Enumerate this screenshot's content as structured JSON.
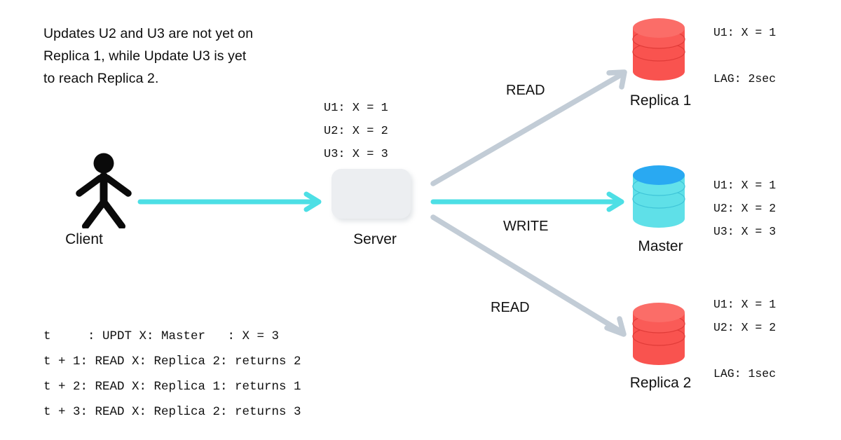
{
  "diagram": {
    "title_note": [
      "Updates U2 and U3 are not yet on",
      "Replica 1, while Update U3 is yet",
      "to reach Replica 2."
    ],
    "note_text": "Updates U2 and U3 are not yet on Replica 1, while Update U3 is yet to reach Replica 2."
  },
  "client": {
    "caption": "Client",
    "icon": "stick-figure-person-icon"
  },
  "server": {
    "caption": "Server",
    "updates": [
      "U1: X = 1",
      "U2: X = 2",
      "U3: X = 3"
    ],
    "updates_text": "U1: X = 1\nU2: X = 2\nU3: X = 3",
    "box_color": "#eceef1"
  },
  "arrows": {
    "client_to_server": {
      "label": "",
      "color": "#4ddfe5",
      "icon": "arrow-right-icon"
    },
    "read_top": {
      "label": "READ",
      "color": "#c2ccd6",
      "icon": "arrow-up-right-icon"
    },
    "write": {
      "label": "WRITE",
      "color": "#4ddfe5",
      "icon": "arrow-right-icon"
    },
    "read_bottom": {
      "label": "READ",
      "color": "#c2ccd6",
      "icon": "arrow-down-right-icon"
    }
  },
  "nodes": {
    "replica1": {
      "caption": "Replica 1",
      "color": "#f9534f",
      "top_color": "#fb6d68",
      "icon": "database-cylinder-icon",
      "state": [
        "U1: X = 1",
        "LAG: 2sec"
      ],
      "state_text": "U1: X = 1\n\nLAG: 2sec"
    },
    "master": {
      "caption": "Master",
      "color": "#5fe0e8",
      "top_color": "#29a9f2",
      "icon": "database-cylinder-icon",
      "state": [
        "U1: X = 1",
        "U2: X = 2",
        "U3: X = 3"
      ],
      "state_text": "U1: X = 1\nU2: X = 2\nU3: X = 3"
    },
    "replica2": {
      "caption": "Replica 2",
      "color": "#f9534f",
      "top_color": "#fb6d68",
      "icon": "database-cylinder-icon",
      "state": [
        "U1: X = 1",
        "U2: X = 2",
        "LAG: 1sec"
      ],
      "state_text": "U1: X = 1\nU2: X = 2\n\nLAG: 1sec"
    }
  },
  "timeline": {
    "lines": [
      "t     : UPDT X: Master   : X = 3",
      "t + 1: READ X: Replica 2: returns 2",
      "t + 2: READ X: Replica 1: returns 1",
      "t + 3: READ X: Replica 2: returns 3"
    ],
    "text": "t     : UPDT X: Master   : X = 3\nt + 1: READ X: Replica 2: returns 2\nt + 2: READ X: Replica 1: returns 1\nt + 3: READ X: Replica 2: returns 3"
  }
}
